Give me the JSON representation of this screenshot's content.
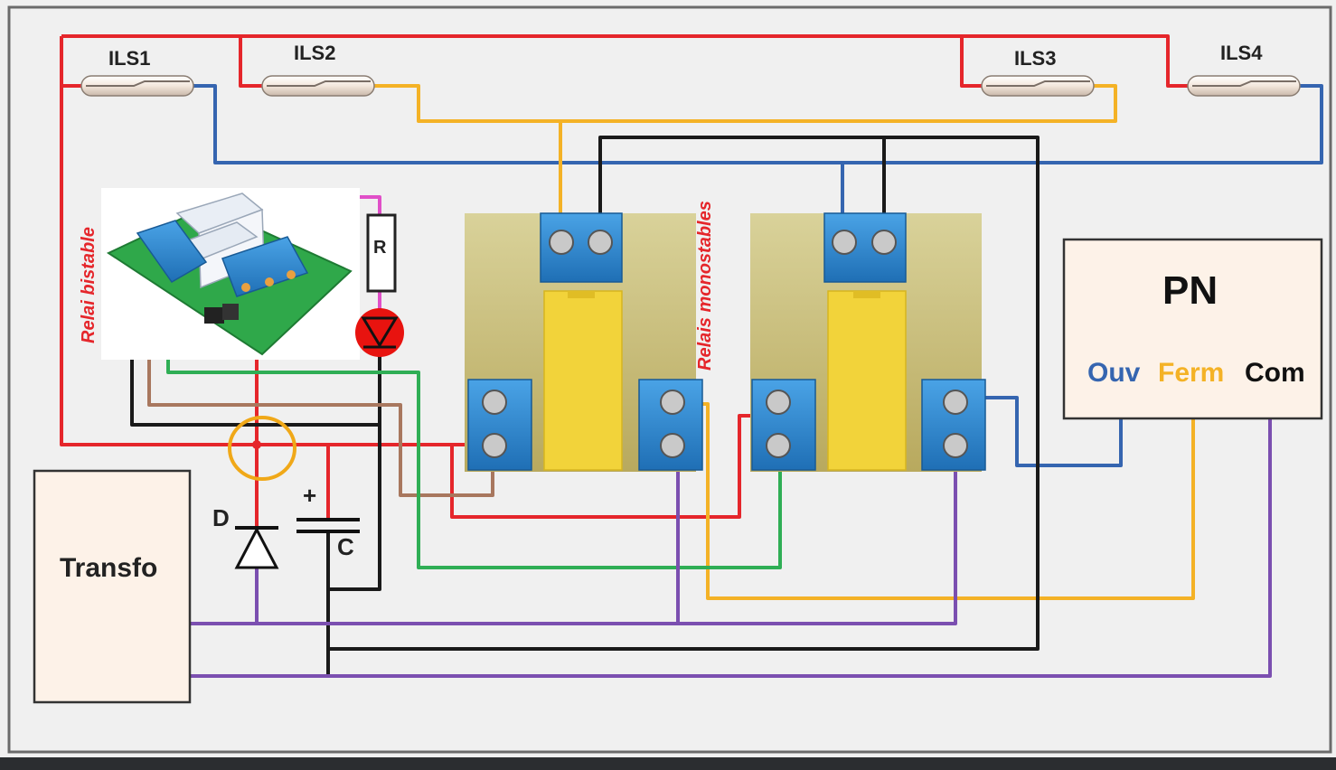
{
  "switches": {
    "ils1": "ILS1",
    "ils2": "ILS2",
    "ils3": "ILS3",
    "ils4": "ILS4"
  },
  "labels": {
    "relai_bistable": "Relai bistable",
    "relais_monostables": "Relais monostables",
    "resistor": "R",
    "diode": "D",
    "capacitor": "C",
    "capacitor_plus": "+",
    "transfo": "Transfo"
  },
  "pn": {
    "title": "PN",
    "ouv": "Ouv",
    "ferm": "Ferm",
    "com": "Com"
  },
  "colors": {
    "red": "#e5262b",
    "blue": "#3565b0",
    "orange": "#f4b226",
    "black": "#1a1a1a",
    "green": "#2fae55",
    "brown": "#a8775e",
    "purple": "#7b4fb0",
    "pink": "#e04fc8",
    "terminal_blue": "#2f86d1",
    "relay_yellow": "#f2d33a",
    "box_fill": "#fdf2e8",
    "highlight": "#f0a818"
  }
}
